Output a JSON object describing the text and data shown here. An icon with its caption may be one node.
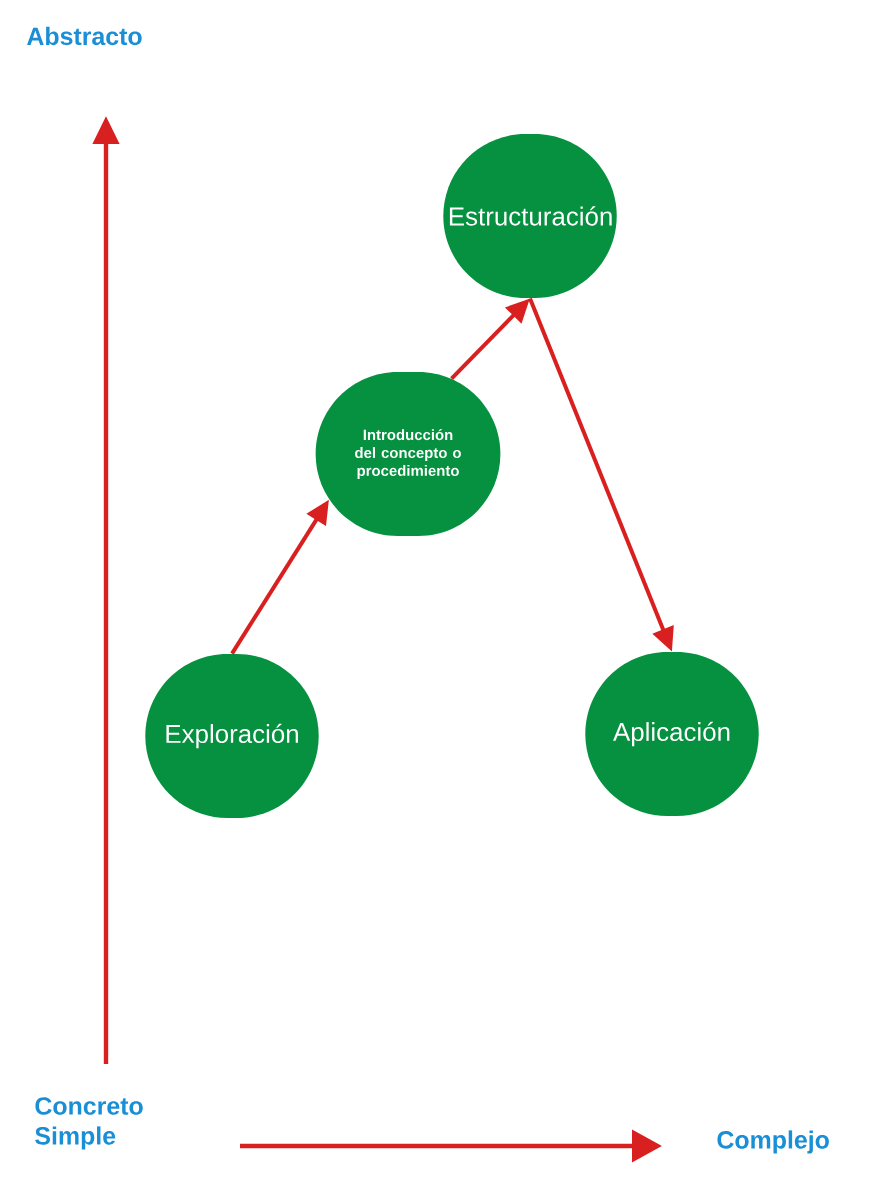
{
  "diagram": {
    "nodes": [
      {
        "text": [
          "Exploración"
        ]
      },
      {
        "text": [
          "Introducción del concepto o procedimiento"
        ]
      },
      {
        "text": [
          "Estructuración"
        ]
      },
      {
        "text": [
          "Aplicación"
        ]
      }
    ],
    "edges": [
      {
        "from": 0,
        "to": 1,
        "arrow": "to"
      },
      {
        "from": 1,
        "to": 2,
        "arrow": "to"
      },
      {
        "from": 2,
        "to": 3,
        "arrow": "to"
      }
    ],
    "labels": [
      "Abstracto",
      "Concreto",
      "Simple",
      "Complejo"
    ]
  }
}
